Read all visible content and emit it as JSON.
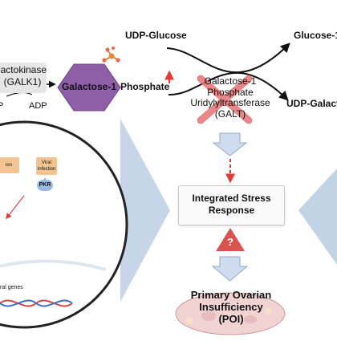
{
  "metabolites": {
    "udp_glucose": "UDP-Glucose",
    "glucose_1p": "Glucose-1",
    "udp_galactose": "UDP-Galact",
    "galactose_1p": "Galactose-1",
    "phosphate_label": "Phosphate",
    "adp": "ADP",
    "p_fragment": "P"
  },
  "enzymes": {
    "galk1_line1": "lactokinase",
    "galk1_line2": "(GALK1)",
    "galt_line1": "Galactose-1",
    "galt_line2": "Phosphate",
    "galt_line3": "Uridylyltransferase",
    "galt_line4": "(GALT)"
  },
  "stress": {
    "line1": "Integrated Stress",
    "line2": "Response"
  },
  "question_mark": "?",
  "outcome": {
    "line1": "Primary Ovarian",
    "line2": "Insufficiency",
    "line3": "(POI)"
  },
  "inset": {
    "tag_left": "ion",
    "tag_right_line1": "Viral",
    "tag_right_line2": "Infection",
    "pkr": "PKR",
    "genes": "ral genes"
  },
  "colors": {
    "hexagon": "#8e5fa6",
    "hexagon_edge": "#6f4586",
    "accent_red": "#e53935",
    "cross_red": "#e57373",
    "down_arrow": "#cfdcef",
    "down_arrow_edge": "#93a9c9",
    "funnel": "#c3d3e6",
    "warning_red": "#d9534f",
    "tag_orange": "#f2c492",
    "pkr_blue": "#9bb8e0"
  }
}
